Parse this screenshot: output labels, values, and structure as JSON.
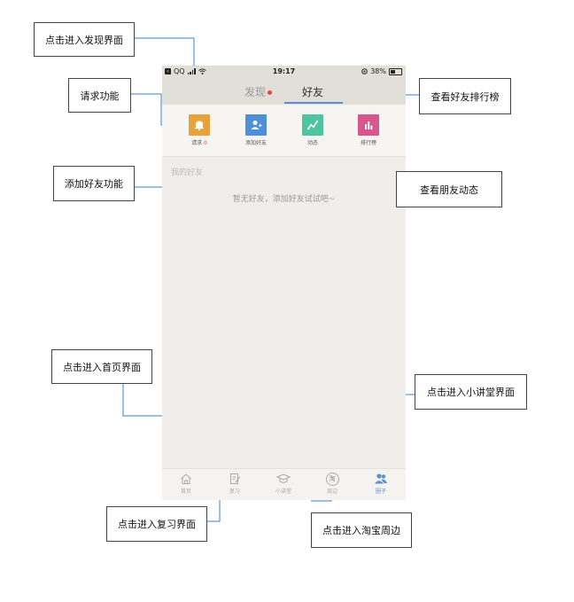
{
  "phone": {
    "status_bar": {
      "carrier": "QQ",
      "time": "19:17",
      "battery": "38%",
      "battery_level": 0.38
    },
    "tabs": [
      {
        "label": "发现"
      },
      {
        "label": "好友"
      }
    ],
    "functions": [
      {
        "label": "请求",
        "count": "0",
        "icon": "bell-icon",
        "color": "#e9a13b"
      },
      {
        "label": "添加好友",
        "icon": "add-user-icon",
        "color": "#4f8fd8"
      },
      {
        "label": "动态",
        "icon": "activity-chart-icon",
        "color": "#4dc6a0"
      },
      {
        "label": "排行榜",
        "icon": "bar-chart-icon",
        "color": "#d9558d"
      }
    ],
    "section_label": "我的好友",
    "empty_text": "暂无好友，添加好友试试吧~",
    "bottom_nav": [
      {
        "label": "首页",
        "icon": "home-icon"
      },
      {
        "label": "复习",
        "icon": "edit-note-icon"
      },
      {
        "label": "小讲堂",
        "icon": "graduation-cap-icon"
      },
      {
        "label": "周边",
        "icon": "taobao-icon",
        "icon_text": "淘"
      },
      {
        "label": "圈子",
        "icon": "group-icon",
        "active": true
      }
    ]
  },
  "annotations": {
    "discover": "点击进入发现界面",
    "request": "请求功能",
    "add_friend": "添加好友功能",
    "ranking": "查看好友排行榜",
    "friend_activity": "查看朋友动态",
    "home": "点击进入首页界面",
    "lecture": "点击进入小讲堂界面",
    "review": "点击进入复习界面",
    "taobao": "点击进入淘宝周边"
  },
  "colors": {
    "accent": "#5a8fd1",
    "badge": "#e8463a",
    "connector": "#3d7fc9"
  }
}
